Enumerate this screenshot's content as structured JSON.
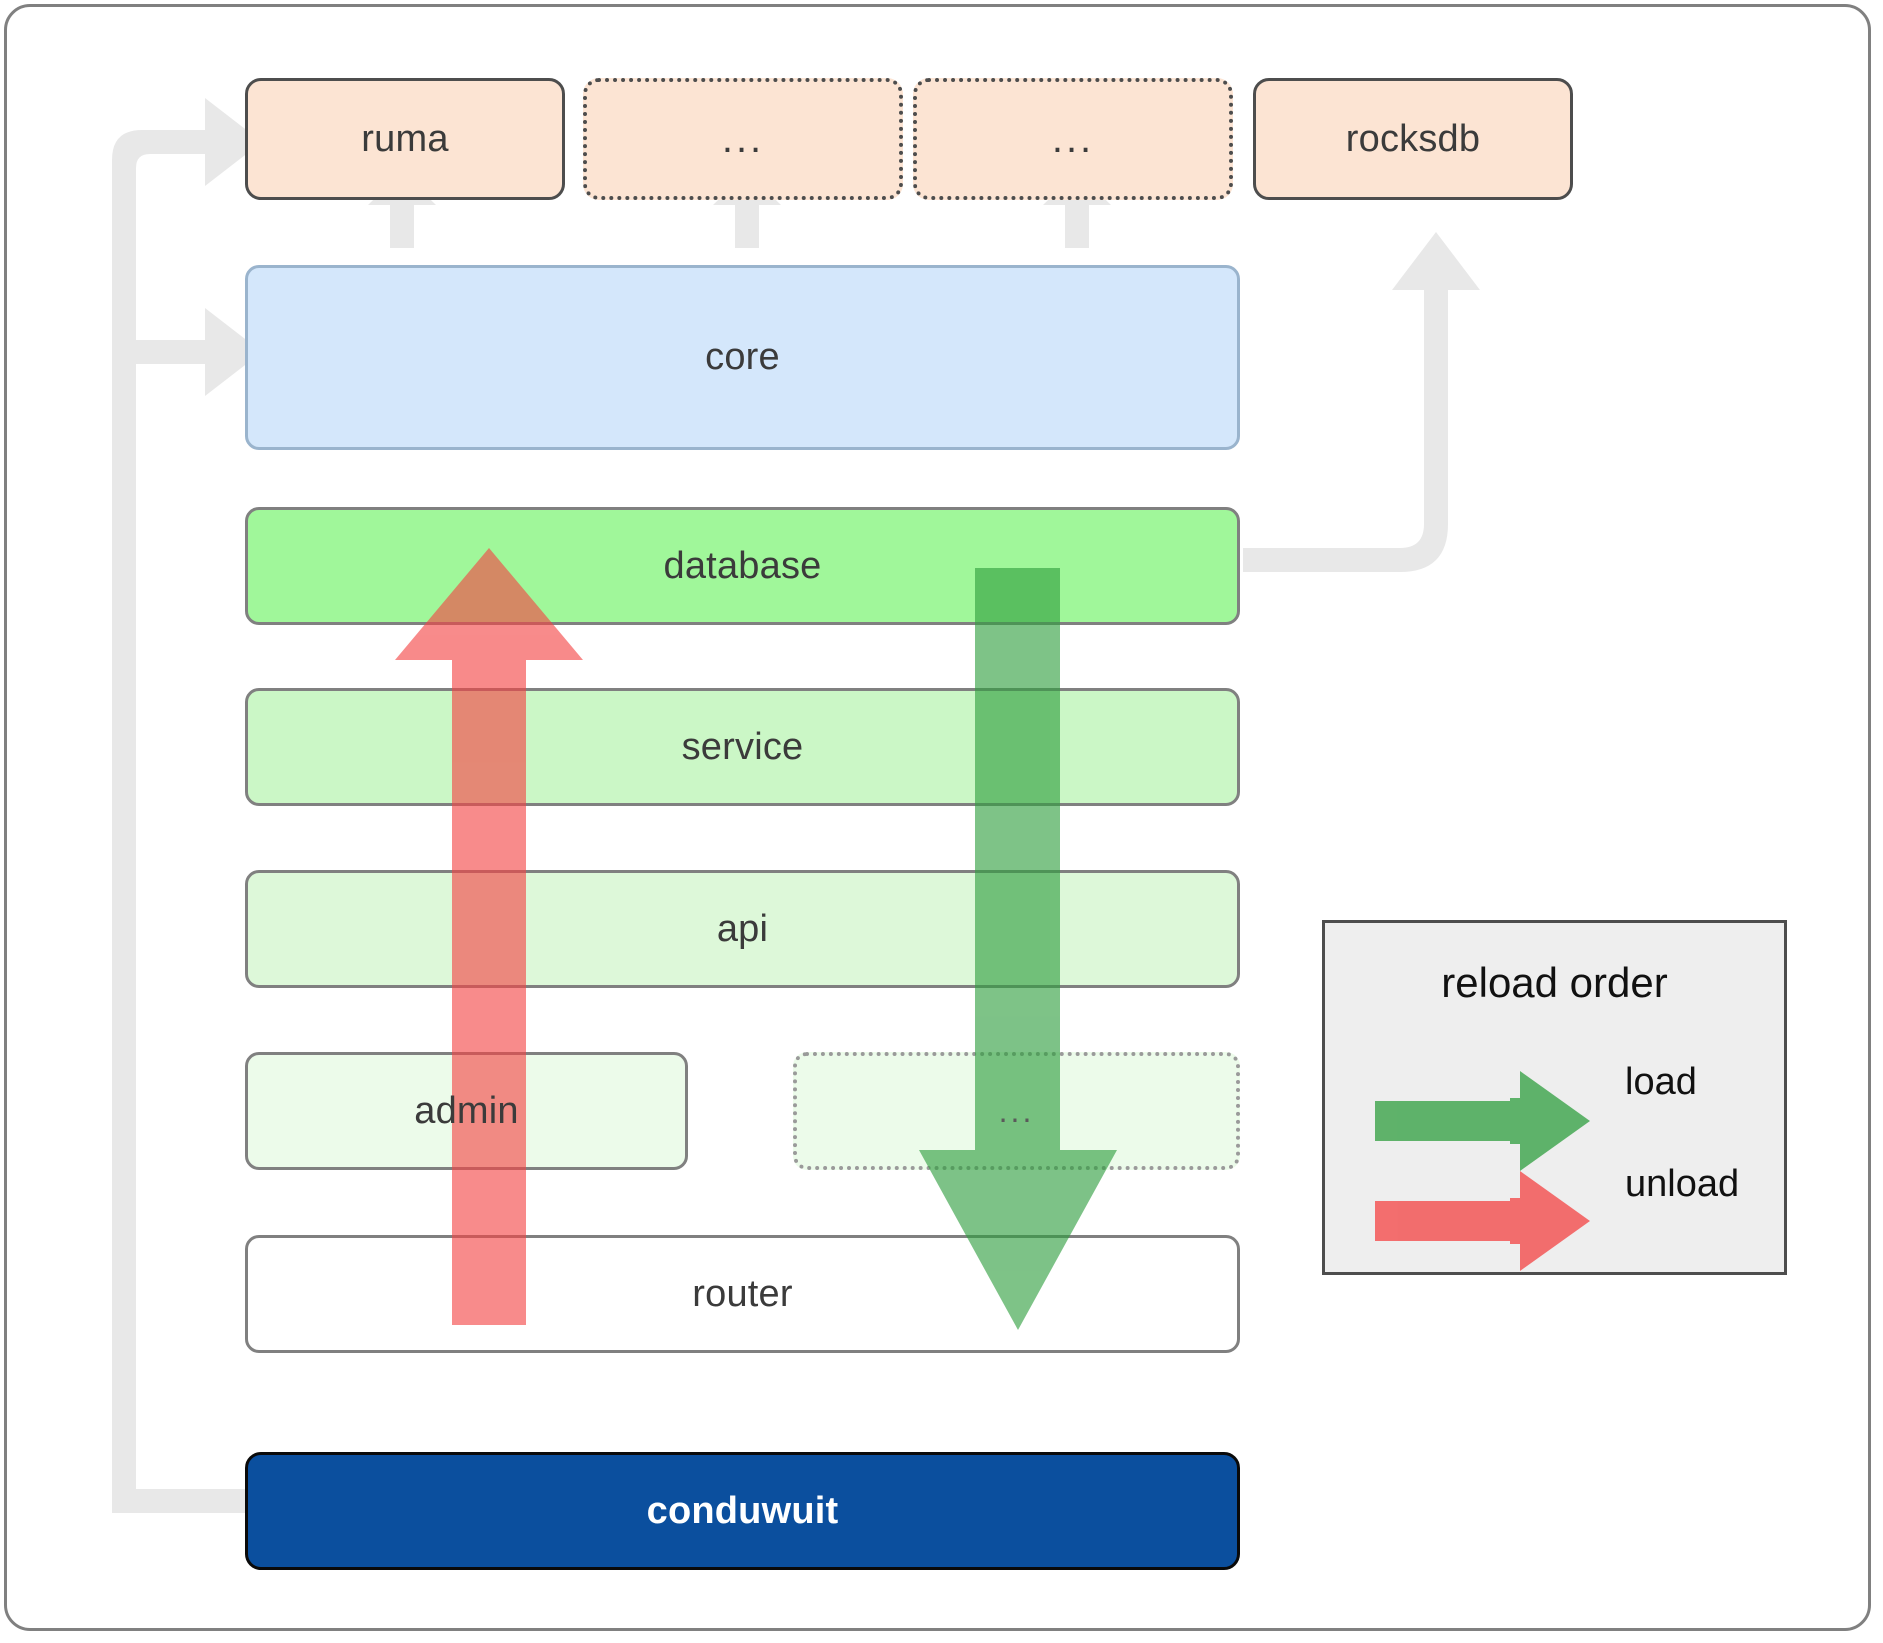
{
  "diagram": {
    "title": "conduwuit crate dependency / reload order diagram",
    "colors": {
      "dependency_fill": "#fce4d3",
      "core_fill": "#d4e7fb",
      "database_fill": "#a0f79a",
      "service_fill": "#cbf7c6",
      "api_fill": "#ddf8d9",
      "admin_fill": "#ecfbea",
      "router_fill": "#ffffff",
      "conduwuit_fill": "#0b4f9e",
      "load_arrow": "#4ca754",
      "unload_arrow": "#f97a7a",
      "connector": "#e8e8e8",
      "border": "#808080"
    }
  },
  "dependencies": [
    {
      "label": "ruma",
      "style": "solid"
    },
    {
      "label": "...",
      "style": "dotted"
    },
    {
      "label": "...",
      "style": "dotted"
    },
    {
      "label": "rocksdb",
      "style": "solid"
    }
  ],
  "stack": [
    {
      "label": "core",
      "style": "solid"
    },
    {
      "label": "database",
      "style": "solid"
    },
    {
      "label": "service",
      "style": "solid"
    },
    {
      "label": "api",
      "style": "solid"
    },
    {
      "label": "admin",
      "style": "solid"
    },
    {
      "label": "...",
      "style": "dotted"
    },
    {
      "label": "router",
      "style": "solid"
    }
  ],
  "binary": {
    "label": "conduwuit"
  },
  "legend": {
    "title": "reload order",
    "items": [
      {
        "label": "load",
        "color": "#4ca754"
      },
      {
        "label": "unload",
        "color": "#f97a7a"
      }
    ]
  }
}
